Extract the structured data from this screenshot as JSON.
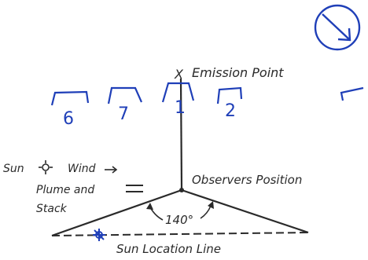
{
  "diagram": {
    "emission_point": {
      "mark": "X",
      "label": "Emission Point"
    },
    "observer_label": "Observers Position",
    "angle_label": "140°",
    "sun_line_label": "Sun Location Line",
    "legend": {
      "sun_label": "Sun",
      "wind_label": "Wind",
      "plume_label": "Plume and",
      "stack_label": "Stack",
      "sun_icon": "sun-symbol-icon",
      "wind_icon": "arrow-right-icon"
    },
    "handwritten": {
      "plume_numbers": [
        "6",
        "7",
        "1",
        "2"
      ],
      "compass_icon": "wind-direction-compass-icon"
    },
    "colors": {
      "ink": "#2a2a2a",
      "handwriting": "#1f3fb8",
      "background": "#ffffff"
    }
  }
}
